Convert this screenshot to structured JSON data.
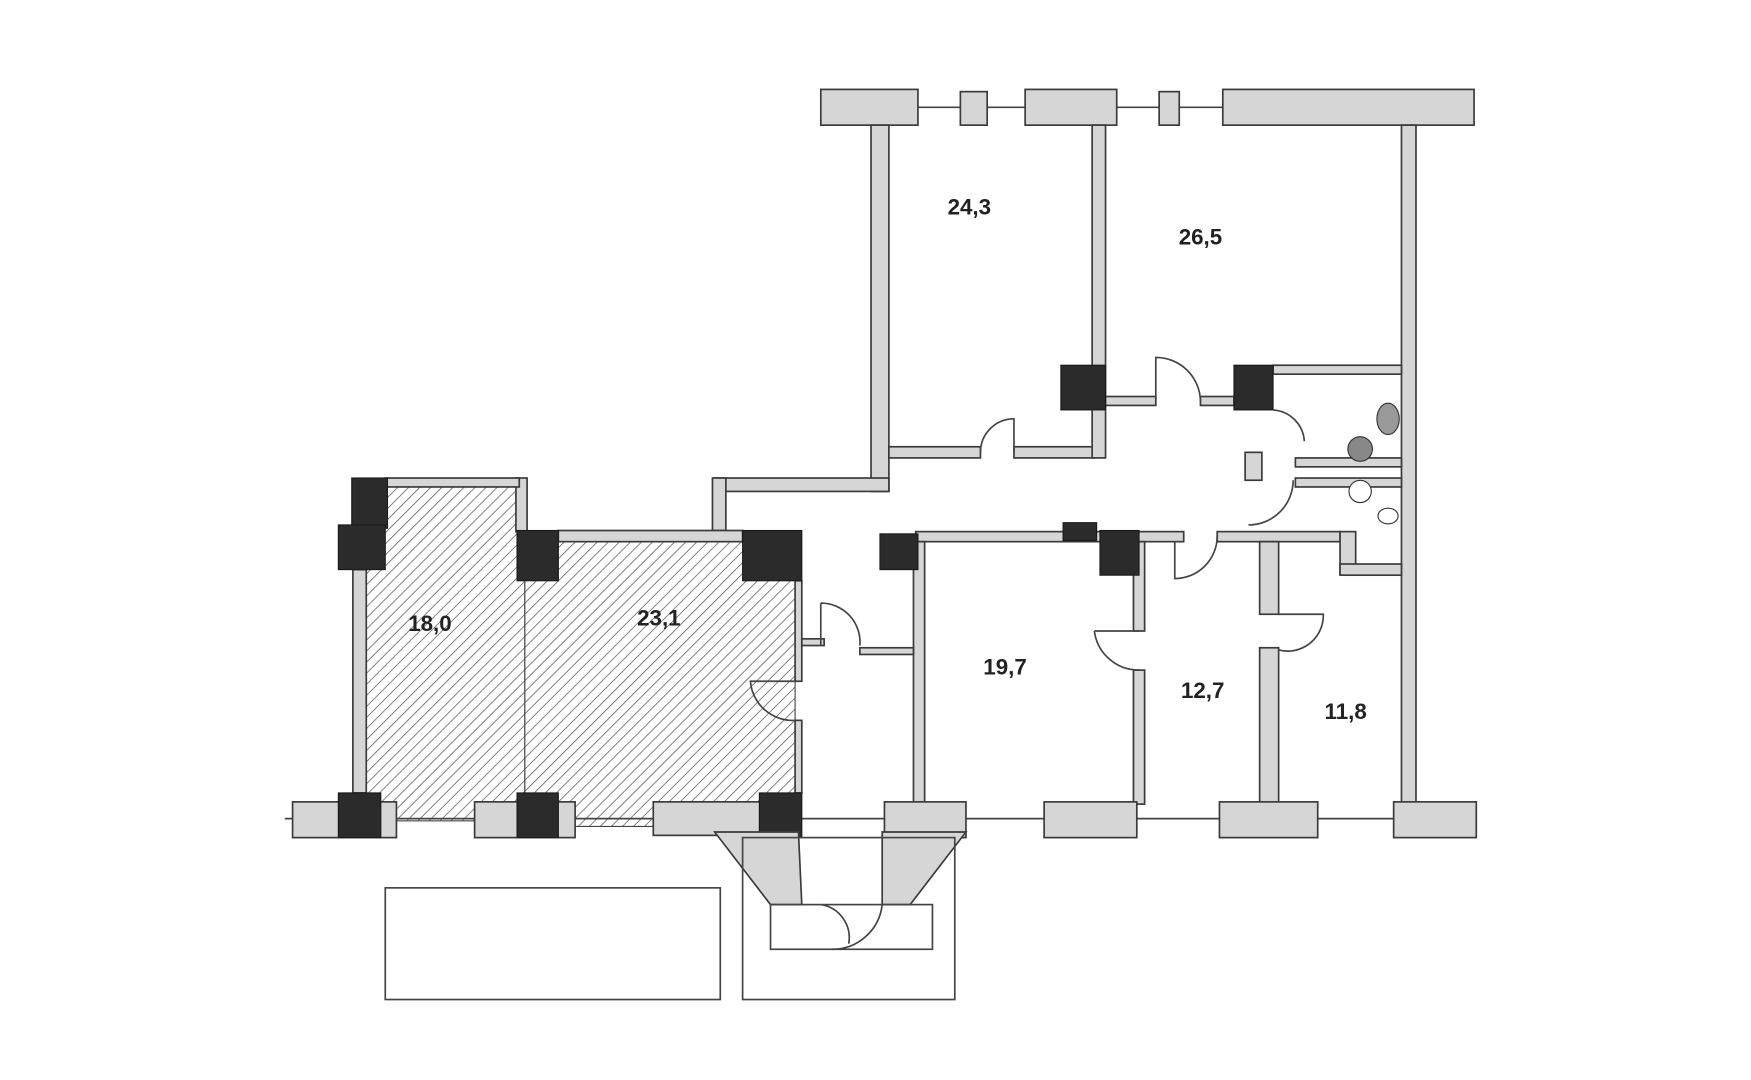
{
  "plan": {
    "rooms": [
      {
        "id": "room-a",
        "area": "24,3"
      },
      {
        "id": "room-b",
        "area": "26,5"
      },
      {
        "id": "room-c",
        "area": "18,0",
        "hatched": true
      },
      {
        "id": "room-d",
        "area": "23,1",
        "hatched": true
      },
      {
        "id": "room-e",
        "area": "19,7"
      },
      {
        "id": "room-f",
        "area": "12,7"
      },
      {
        "id": "room-g",
        "area": "11,8"
      }
    ],
    "colors": {
      "wall": "#d6d6d6",
      "pillar": "#2b2b2b",
      "line": "#3a3a3a"
    }
  }
}
